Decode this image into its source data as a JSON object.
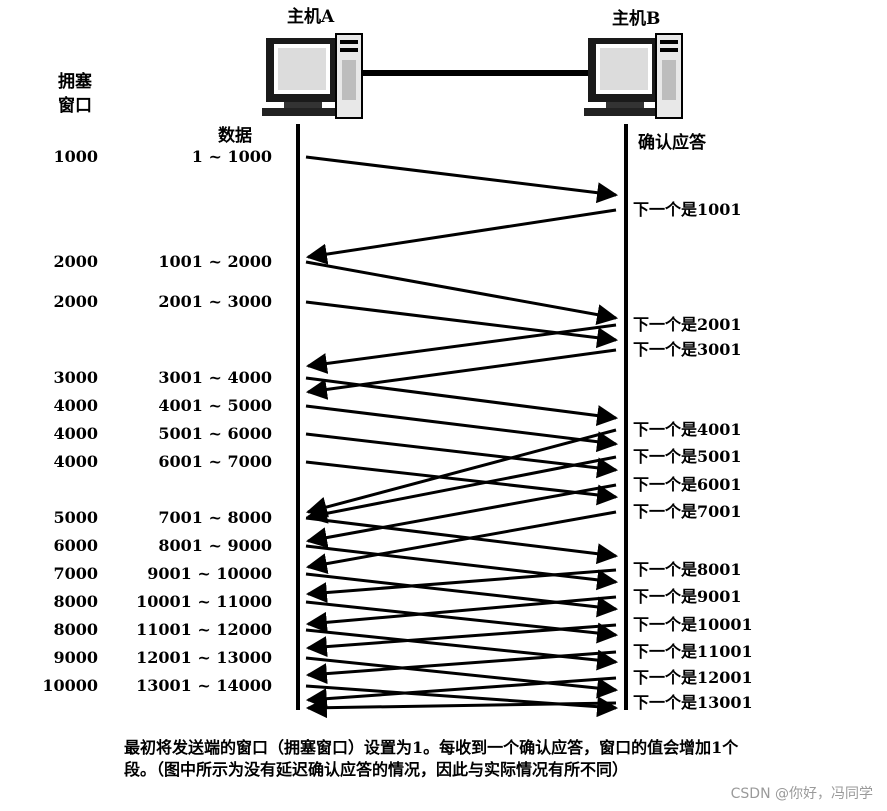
{
  "hosts": {
    "a": "主机A",
    "b": "主机B"
  },
  "headers": {
    "cwnd": "拥塞\n窗口",
    "data": "数据",
    "ack": "确认应答"
  },
  "sends": [
    {
      "cwnd": "1000",
      "range": "1 ~ 1000"
    },
    {
      "cwnd": "2000",
      "range": "1001 ~ 2000"
    },
    {
      "cwnd": "2000",
      "range": "2001 ~ 3000"
    },
    {
      "cwnd": "3000",
      "range": "3001 ~ 4000"
    },
    {
      "cwnd": "4000",
      "range": "4001 ~ 5000"
    },
    {
      "cwnd": "4000",
      "range": "5001 ~ 6000"
    },
    {
      "cwnd": "4000",
      "range": "6001 ~ 7000"
    },
    {
      "cwnd": "5000",
      "range": "7001 ~ 8000"
    },
    {
      "cwnd": "6000",
      "range": "8001 ~ 9000"
    },
    {
      "cwnd": "7000",
      "range": "9001 ~ 10000"
    },
    {
      "cwnd": "8000",
      "range": "10001 ~ 11000"
    },
    {
      "cwnd": "8000",
      "range": "11001 ~ 12000"
    },
    {
      "cwnd": "9000",
      "range": "12001 ~ 13000"
    },
    {
      "cwnd": "10000",
      "range": "13001 ~ 14000"
    }
  ],
  "acks": [
    "下一个是1001",
    "下一个是2001",
    "下一个是3001",
    "下一个是4001",
    "下一个是5001",
    "下一个是6001",
    "下一个是7001",
    "下一个是8001",
    "下一个是9001",
    "下一个是10001",
    "下一个是11001",
    "下一个是12001",
    "下一个是13001"
  ],
  "caption": "最初将发送端的窗口（拥塞窗口）设置为1。每收到一个确认应答，窗口的值会增加1个段。（图中所示为没有延迟确认应答的情况，因此与实际情况有所不同）",
  "watermark": "CSDN @你好，冯同学"
}
